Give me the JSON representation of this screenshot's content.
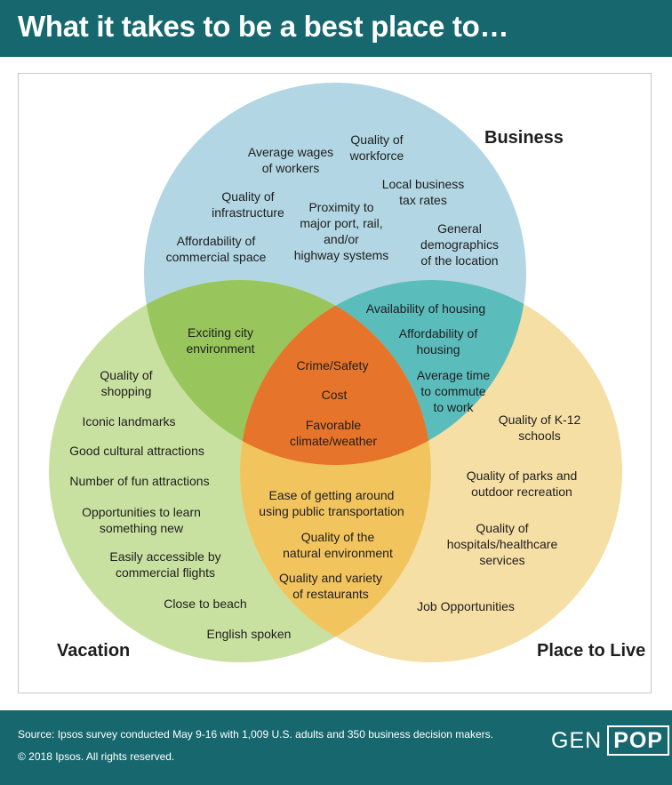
{
  "title": "What it takes to be a best place to…",
  "colors": {
    "header": "#17686e",
    "business": "#b2d6e3",
    "vacation": "#c9e1a0",
    "live": "#f6dfa5",
    "business_vacation": "#98c65c",
    "business_live": "#5bbcbc",
    "vacation_live": "#f2c45d",
    "center": "#e7742b",
    "business_title": "#54a2c6",
    "vacation_title": "#7cb342",
    "live_title": "#f0a830"
  },
  "sets": {
    "business": {
      "title": "Business",
      "items": [
        [
          "Average wages",
          "of workers"
        ],
        [
          "Quality of",
          "workforce"
        ],
        [
          "Local business",
          "tax rates"
        ],
        [
          "Quality of",
          "infrastructure"
        ],
        [
          "Proximity to",
          "major port, rail,",
          "and/or",
          "highway systems"
        ],
        [
          "General",
          "demographics",
          "of the location"
        ],
        [
          "Affordability of",
          "commercial space"
        ]
      ]
    },
    "vacation": {
      "title": "Vacation",
      "items": [
        [
          "Quality of",
          "shopping"
        ],
        [
          "Iconic landmarks"
        ],
        [
          "Good cultural attractions"
        ],
        [
          "Number of fun attractions"
        ],
        [
          "Opportunities to learn",
          "something new"
        ],
        [
          "Easily accessible by",
          "commercial flights"
        ],
        [
          "Close to beach"
        ],
        [
          "English spoken"
        ]
      ]
    },
    "live": {
      "title": "Place to Live",
      "items": [
        [
          "Quality of K-12",
          "schools"
        ],
        [
          "Quality of parks and",
          "outdoor recreation"
        ],
        [
          "Quality of",
          "hospitals/healthcare",
          "services"
        ],
        [
          "Job Opportunities"
        ]
      ]
    }
  },
  "overlaps": {
    "business_vacation": [
      [
        "Exciting city",
        "environment"
      ]
    ],
    "business_live": [
      [
        "Availability of housing"
      ],
      [
        "Affordability of",
        "housing"
      ],
      [
        "Average time",
        "to commute",
        "to work"
      ]
    ],
    "vacation_live": [
      [
        "Ease of getting around",
        "using public transportation"
      ],
      [
        "Quality of the",
        "natural environment"
      ],
      [
        "Quality and variety",
        "of restaurants"
      ]
    ],
    "all": [
      [
        "Crime/Safety"
      ],
      [
        "Cost"
      ],
      [
        "Favorable",
        "climate/weather"
      ]
    ]
  },
  "footer": {
    "source": "Source: Ipsos survey conducted May 9-16 with 1,009 U.S. adults and 350 business decision makers.",
    "copyright": "© 2018 Ipsos. All rights reserved.",
    "logo_left": "GEN",
    "logo_right": "POP"
  }
}
